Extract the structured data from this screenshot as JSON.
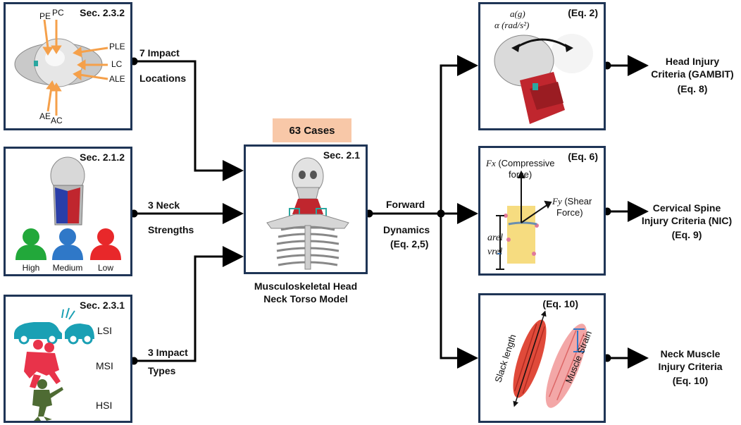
{
  "locations_box": {
    "section": "Sec. 2.3.2",
    "labels": {
      "pe": "PE",
      "pc": "PC",
      "ple": "PLE",
      "lc": "LC",
      "ale": "ALE",
      "ae": "AE",
      "ac": "AC"
    }
  },
  "strengths_box": {
    "section": "Sec. 2.1.2",
    "people": [
      {
        "label": "High",
        "color": "#22a83a"
      },
      {
        "label": "Medium",
        "color": "#2f78c8"
      },
      {
        "label": "Low",
        "color": "#e8282a"
      }
    ]
  },
  "types_box": {
    "section": "Sec. 2.3.1",
    "items": [
      "LSI",
      "MSI",
      "HSI"
    ],
    "colors": {
      "lsi": "#1aa0b4",
      "msi": "#e8334a",
      "hsi": "#4e6b33"
    }
  },
  "inputs": {
    "locations_line1": "7 Impact",
    "locations_line2": "Locations",
    "strengths_line1": "3 Neck",
    "strengths_line2": "Strengths",
    "types_line1": "3 Impact",
    "types_line2": "Types"
  },
  "model": {
    "cases": "63 Cases",
    "section": "Sec. 2.1",
    "caption_line1": "Musculoskeletal Head",
    "caption_line2": "Neck Torso Model"
  },
  "dynamics": {
    "line1": "Forward",
    "line2": "Dynamics",
    "line3": "(Eq. 2,5)"
  },
  "head_box": {
    "eq": "(Eq. 2)",
    "accel_line1": "a(g)",
    "accel_line2": "α (rad/s²)"
  },
  "spine_box": {
    "eq": "(Eq. 6)",
    "fx": "Fx",
    "fx_text": "(Compressive",
    "fx_text2": "force)",
    "fy": "Fy",
    "fy_text": "(Shear",
    "fy_text2": "Force)",
    "arel": "arel",
    "vrel": "vrel"
  },
  "muscle_box": {
    "eq": "(Eq. 10)",
    "slack": "Slack length",
    "strain": "Muscle Strain"
  },
  "outputs": {
    "head_line1": "Head Injury",
    "head_line2": "Criteria (GAMBIT)",
    "head_line3": "(Eq. 8)",
    "spine_line1": "Cervical Spine",
    "spine_line2": "Injury Criteria (NIC)",
    "spine_line3": "(Eq. 9)",
    "muscle_line1": "Neck Muscle",
    "muscle_line2": "Injury Criteria",
    "muscle_line3": "(Eq. 10)"
  },
  "colors": {
    "box_border": "#1f3556",
    "cases_fill": "#f8c8a8",
    "arrow_orange": "#f5a04a",
    "muscle_red": "#c0262e"
  }
}
